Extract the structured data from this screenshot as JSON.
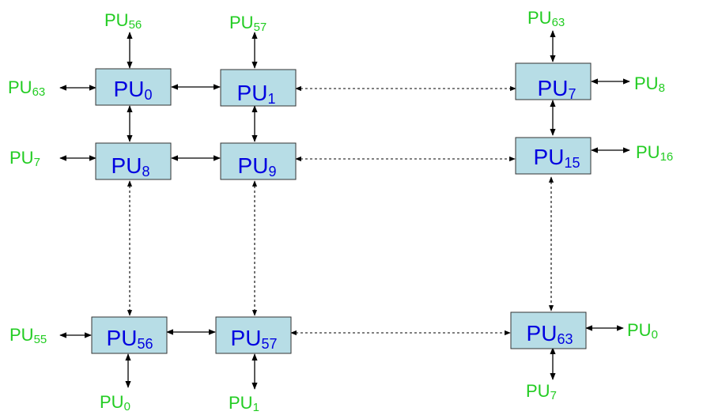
{
  "nodes": [
    {
      "id": "pu0",
      "label": "PU",
      "sub": "0"
    },
    {
      "id": "pu1",
      "label": "PU",
      "sub": "1"
    },
    {
      "id": "pu7",
      "label": "PU",
      "sub": "7"
    },
    {
      "id": "pu8",
      "label": "PU",
      "sub": "8"
    },
    {
      "id": "pu9",
      "label": "PU",
      "sub": "9"
    },
    {
      "id": "pu15",
      "label": "PU",
      "sub": "15"
    },
    {
      "id": "pu56",
      "label": "PU",
      "sub": "56"
    },
    {
      "id": "pu57",
      "label": "PU",
      "sub": "57"
    },
    {
      "id": "pu63",
      "label": "PU",
      "sub": "63"
    }
  ],
  "external_labels": [
    {
      "id": "top-56",
      "label": "PU",
      "sub": "56"
    },
    {
      "id": "top-57",
      "label": "PU",
      "sub": "57"
    },
    {
      "id": "top-63",
      "label": "PU",
      "sub": "63"
    },
    {
      "id": "left-63",
      "label": "PU",
      "sub": "63"
    },
    {
      "id": "left-7",
      "label": "PU",
      "sub": "7"
    },
    {
      "id": "left-55",
      "label": "PU",
      "sub": "55"
    },
    {
      "id": "right-8",
      "label": "PU",
      "sub": "8"
    },
    {
      "id": "right-16",
      "label": "PU",
      "sub": "16"
    },
    {
      "id": "right-0",
      "label": "PU",
      "sub": "0"
    },
    {
      "id": "bottom-0",
      "label": "PU",
      "sub": "0"
    },
    {
      "id": "bottom-1",
      "label": "PU",
      "sub": "1"
    },
    {
      "id": "bottom-7",
      "label": "PU",
      "sub": "7"
    }
  ],
  "colors": {
    "box_fill": "#b7dde6",
    "box_text": "#0000e0",
    "external_text": "#22cc22",
    "connector": "#000000"
  }
}
